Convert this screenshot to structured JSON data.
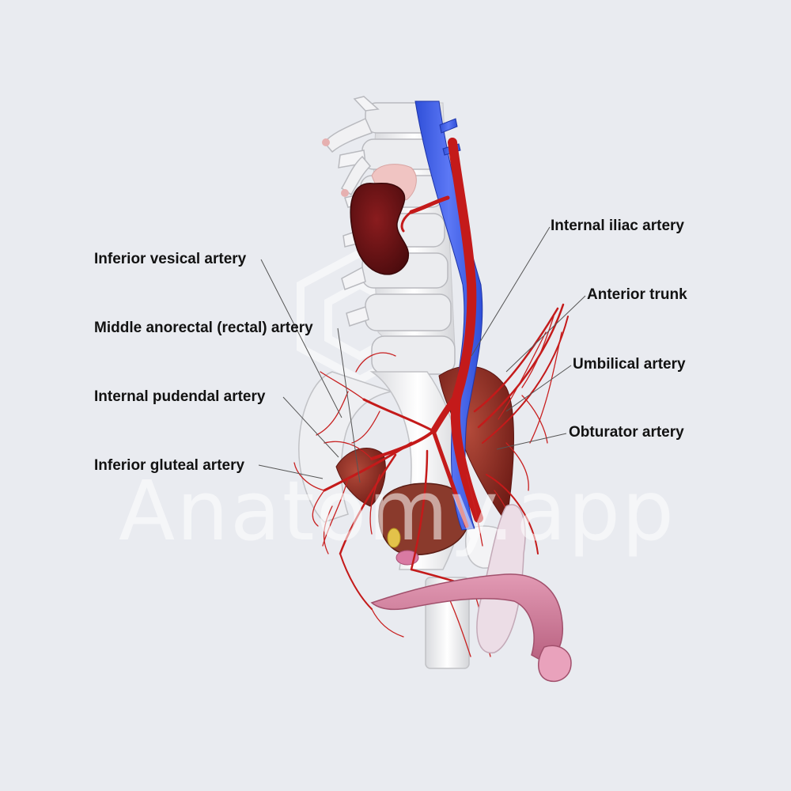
{
  "labels": {
    "inferior_vesical": "Inferior vesical artery",
    "middle_anorectal": "Middle anorectal (rectal) artery",
    "internal_pudendal": "Internal pudendal artery",
    "inferior_gluteal": "Inferior gluteal artery",
    "internal_iliac": "Internal iliac artery",
    "anterior_trunk": "Anterior trunk",
    "umbilical": "Umbilical artery",
    "obturator": "Obturator artery"
  },
  "watermark": "Anatomy.app",
  "colors": {
    "background": "#e9ebf0",
    "artery": "#c41a1a",
    "vein": "#3f5fe8",
    "bone": "#f2f2f2",
    "kidney": "#6e1416",
    "muscle": "#8e2a22",
    "genital": "#d98aa6",
    "leader_line": "#555555"
  }
}
